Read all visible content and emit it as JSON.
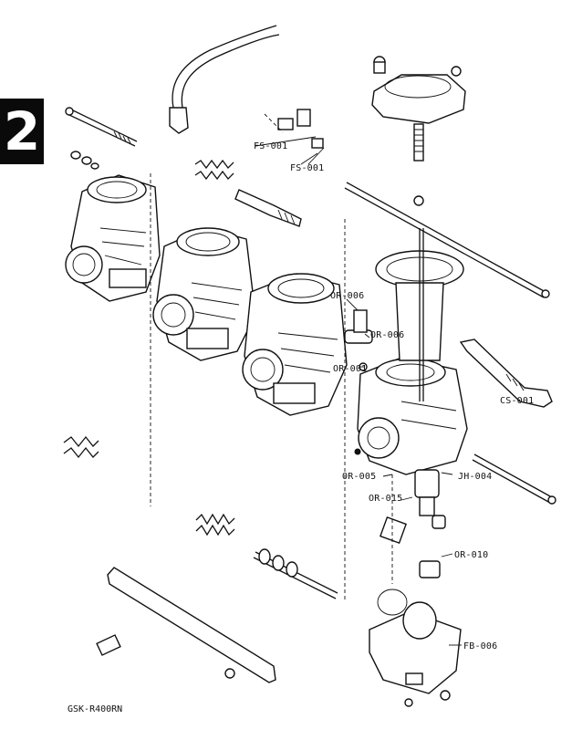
{
  "page_badge": "2",
  "model_code": "GSK-R400RN",
  "callouts": {
    "fs001_a": "FS-001",
    "fs001_b": "FS-001",
    "or006_a": "OR-006",
    "or006_b": "OR-006",
    "or001": "OR-001",
    "cs001": "CS-001",
    "or005": "OR-005",
    "jh004": "JH-004",
    "or015": "OR-015",
    "or010": "OR-010",
    "fb006": "FB-006"
  }
}
